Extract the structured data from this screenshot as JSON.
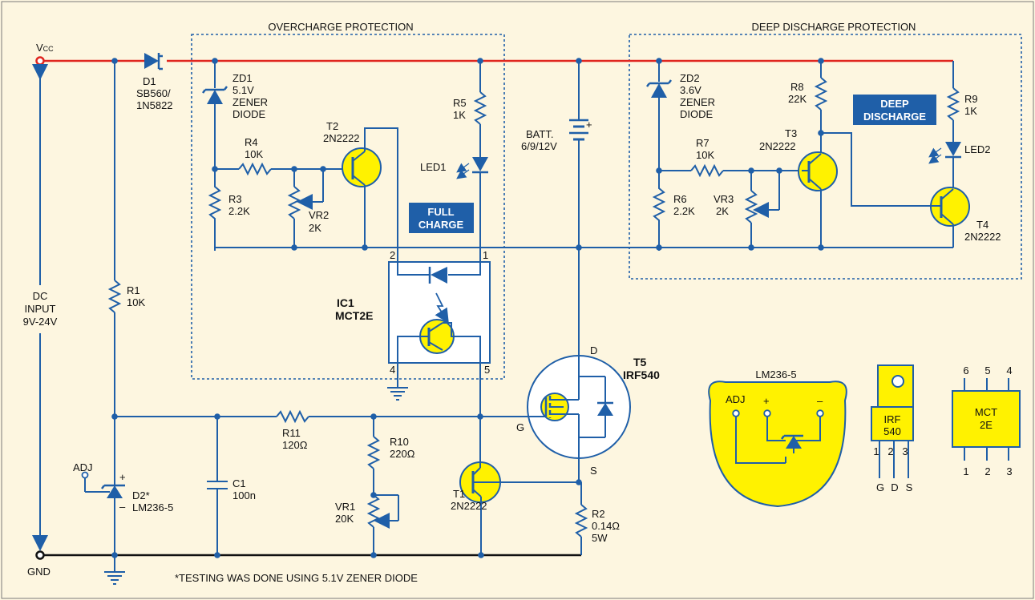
{
  "labels": {
    "overcharge_title": "OVERCHARGE PROTECTION",
    "deep_title": "DEEP DISCHARGE PROTECTION",
    "vcc": "V",
    "vcc_sub": "CC",
    "gnd": "GND",
    "dc_input_1": "DC",
    "dc_input_2": "INPUT",
    "dc_input_3": "9V-24V",
    "footnote": "*TESTING WAS DONE USING 5.1V ZENER DIODE"
  },
  "components": {
    "d1": {
      "name": "D1",
      "value1": "SB560/",
      "value2": "1N5822"
    },
    "zd1": {
      "name": "ZD1",
      "value1": "5.1V",
      "value2": "ZENER",
      "value3": "DIODE"
    },
    "zd2": {
      "name": "ZD2",
      "value1": "3.6V",
      "value2": "ZENER",
      "value3": "DIODE"
    },
    "r1": {
      "name": "R1",
      "value": "10K"
    },
    "r2": {
      "name": "R2",
      "value1": "0.14Ω",
      "value2": "5W"
    },
    "r3": {
      "name": "R3",
      "value": "2.2K"
    },
    "r4": {
      "name": "R4",
      "value": "10K"
    },
    "r5": {
      "name": "R5",
      "value": "1K"
    },
    "r6": {
      "name": "R6",
      "value": "2.2K"
    },
    "r7": {
      "name": "R7",
      "value": "10K"
    },
    "r8": {
      "name": "R8",
      "value": "22K"
    },
    "r9": {
      "name": "R9",
      "value": "1K"
    },
    "r10": {
      "name": "R10",
      "value": "220Ω"
    },
    "r11": {
      "name": "R11",
      "value": "120Ω"
    },
    "vr1": {
      "name": "VR1",
      "value": "20K"
    },
    "vr2": {
      "name": "VR2",
      "value": "2K"
    },
    "vr3": {
      "name": "VR3",
      "value": "2K"
    },
    "c1": {
      "name": "C1",
      "value": "100n"
    },
    "t1": {
      "name": "T1",
      "value": "2N2222"
    },
    "t2": {
      "name": "T2",
      "value": "2N2222"
    },
    "t3": {
      "name": "T3",
      "value": "2N2222"
    },
    "t4": {
      "name": "T4",
      "value": "2N2222"
    },
    "t5": {
      "name": "T5",
      "value": "IRF540",
      "pin_d": "D",
      "pin_g": "G",
      "pin_s": "S"
    },
    "led1": {
      "name": "LED1"
    },
    "led2": {
      "name": "LED2"
    },
    "batt": {
      "name": "BATT.",
      "value": "6/9/12V",
      "plus": "+"
    },
    "ic1": {
      "name": "IC1",
      "value": "MCT2E",
      "pin1": "1",
      "pin2": "2",
      "pin4": "4",
      "pin5": "5"
    },
    "d2": {
      "name": "D2*",
      "value": "LM236-5",
      "adj": "ADJ",
      "plus": "+",
      "minus": "–"
    }
  },
  "badges": {
    "full_1": "FULL",
    "full_2": "CHARGE",
    "deep_1": "DEEP",
    "deep_2": "DISCHARGE",
    "color": "#1f5fa8"
  },
  "pinouts": {
    "lm236": {
      "title": "LM236-5",
      "adj": "ADJ",
      "plus": "+",
      "minus": "–"
    },
    "irf540": {
      "label1": "IRF",
      "label2": "540",
      "pins": [
        "1",
        "2",
        "3"
      ],
      "pin_names": [
        "G",
        "D",
        "S"
      ]
    },
    "mct2e": {
      "label1": "MCT",
      "label2": "2E",
      "top_pins": [
        "6",
        "5",
        "4"
      ],
      "bottom_pins": [
        "1",
        "2",
        "3"
      ]
    }
  },
  "colors": {
    "background": "#fdf6e0",
    "wire": "#1f5fa8",
    "vcc_rail": "#e0261f",
    "ground_rail": "#111111",
    "transistor_fill": "#fff200"
  }
}
